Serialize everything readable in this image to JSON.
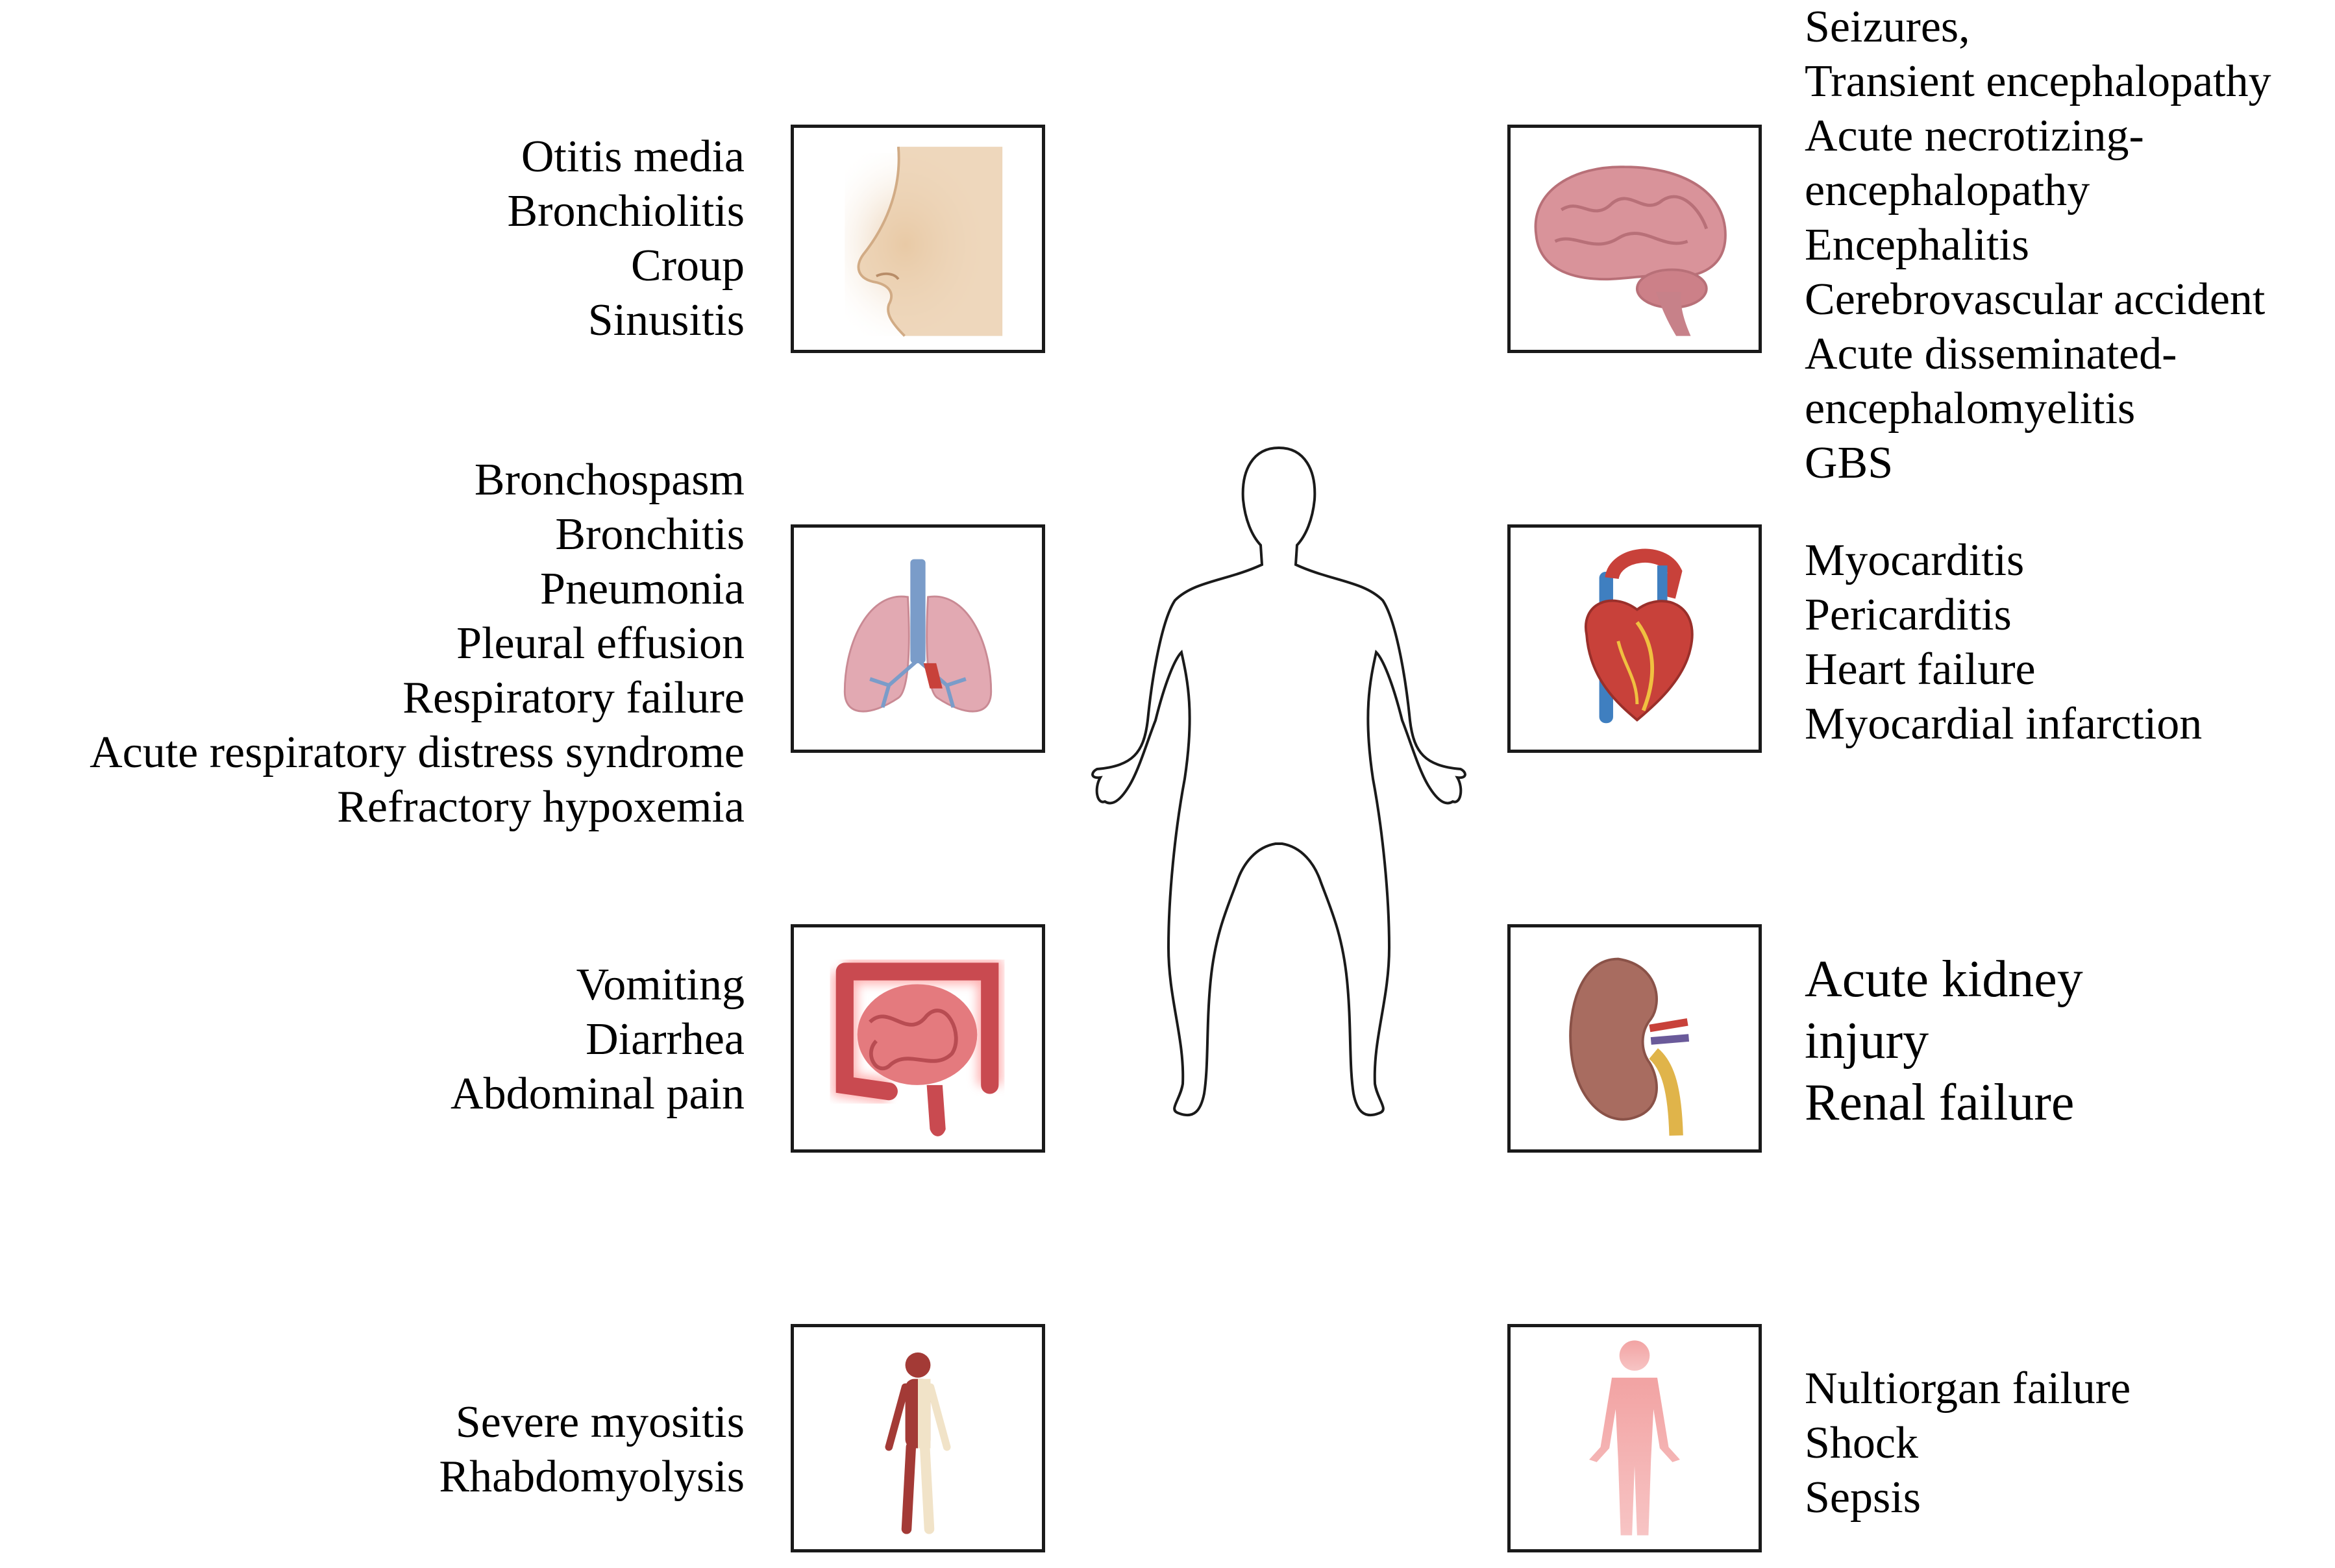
{
  "groups": {
    "ent": [
      "Otitis media",
      "Bronchiolitis",
      "Croup",
      "Sinusitis"
    ],
    "respiratory": [
      "Bronchospasm",
      "Bronchitis",
      "Pneumonia",
      "Pleural effusion",
      "Respiratory failure",
      "Acute respiratory distress syndrome",
      "Refractory hypoxemia"
    ],
    "gastrointestinal": [
      "Vomiting",
      "Diarrhea",
      "Abdominal pain"
    ],
    "musculoskeletal": [
      "Severe myositis",
      "Rhabdomyolysis"
    ],
    "neurological": [
      "Seizures,",
      "Transient encephalopathy",
      "Acute necrotizing-",
      "encephalopathy",
      "Encephalitis",
      "Cerebrovascular accident",
      "Acute disseminated-",
      "encephalomyelitis",
      "GBS"
    ],
    "cardiac": [
      "Myocarditis",
      "Pericarditis",
      "Heart failure",
      "Myocardial infarction"
    ],
    "renal": [
      "Acute kidney",
      "injury",
      "Renal failure"
    ],
    "systemic": [
      "Nultiorgan failure",
      "Shock",
      "Sepsis"
    ]
  },
  "icons": [
    "nose-icon",
    "brain-icon",
    "lungs-icon",
    "heart-icon",
    "intestine-icon",
    "kidney-icon",
    "musculoskeletal-figure-icon",
    "systemic-figure-icon",
    "human-body-outline-icon"
  ],
  "colors": {
    "nose": "#e8c9a6",
    "brain": "#d9939a",
    "lungs": "#e2a9b2",
    "trachea": "#7a9cc9",
    "heart": "#c8413a",
    "intestine": "#d9666a",
    "kidney": "#a86c60",
    "systemic": "#f2a3a3"
  }
}
